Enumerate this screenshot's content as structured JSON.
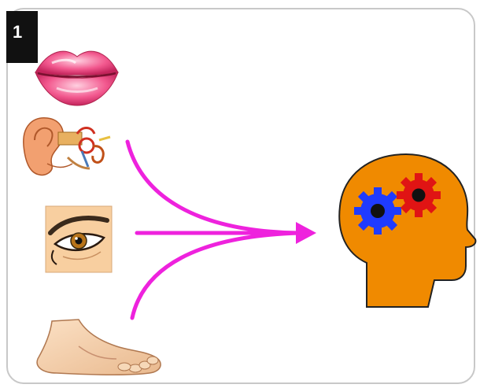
{
  "panel": {
    "number": "1"
  },
  "senses": [
    {
      "name": "lips-icon",
      "meaning": "taste"
    },
    {
      "name": "ear-icon",
      "meaning": "hearing"
    },
    {
      "name": "eye-icon",
      "meaning": "sight"
    },
    {
      "name": "foot-icon",
      "meaning": "touch"
    }
  ],
  "colors": {
    "arrow": "#ee22dd",
    "head": "#f08a00",
    "gear_blue": "#1f3bff",
    "gear_red": "#e01414",
    "border": "#c8c8c8",
    "badge": "#111111"
  }
}
